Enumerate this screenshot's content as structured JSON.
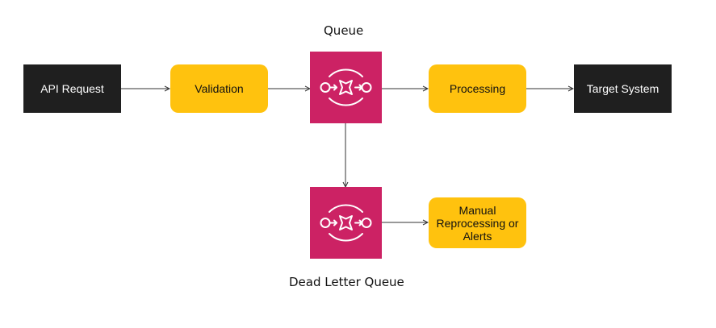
{
  "nodes": {
    "api_request": "API Request",
    "validation": "Validation",
    "queue_label": "Queue",
    "processing": "Processing",
    "target_system": "Target System",
    "dead_letter_queue_label": "Dead Letter Queue",
    "manual_reprocessing": "Manual\nReprocessing or\nAlerts"
  },
  "icons": {
    "queue": "sqs-queue-icon",
    "dead_letter_queue": "sqs-queue-icon"
  },
  "colors": {
    "dark_box": "#1f1f1f",
    "process_box": "#ffc20e",
    "queue_icon_bg": "#cc2264",
    "arrow": "#333333"
  }
}
